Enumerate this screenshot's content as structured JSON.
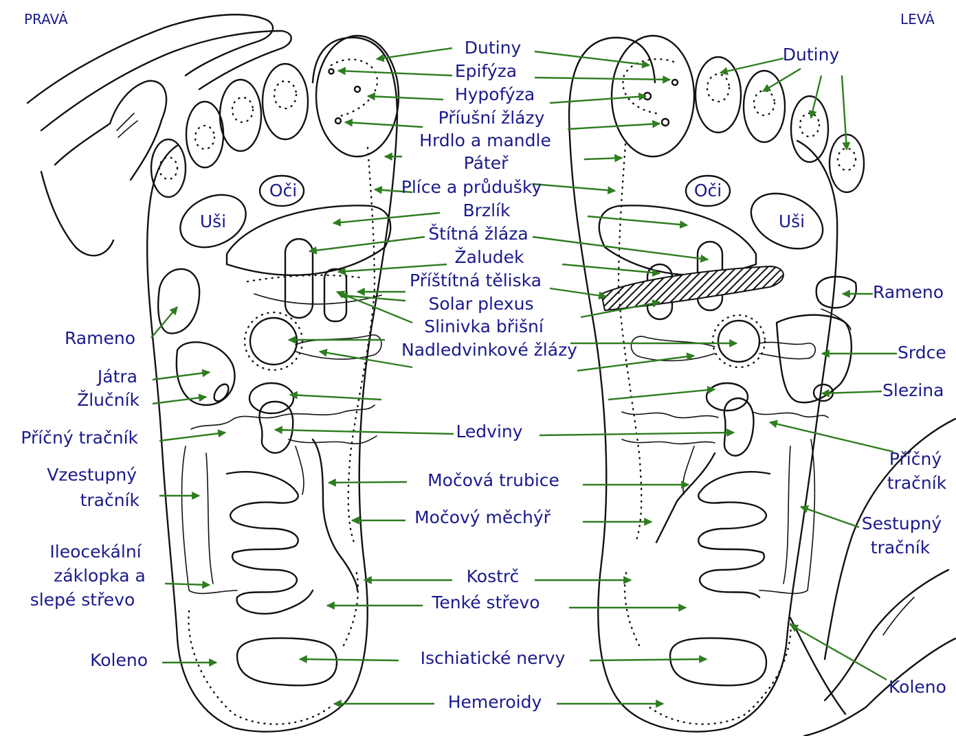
{
  "sides": {
    "right": "PRAVÁ",
    "left": "LEVÁ"
  },
  "center_labels": {
    "dutiny": "Dutiny",
    "epifyza": "Epifýza",
    "hypofyza": "Hypofýza",
    "priusni": "Příušní žlázy",
    "hrdlo": "Hrdlo a mandle",
    "pater": "Páteř",
    "plice": "Plíce a průdušky",
    "brzlik": "Brzlík",
    "stitna": "Štítná žláza",
    "zaludek": "Žaludek",
    "pristitna": "Příštítná těliska",
    "solar": "Solar plexus",
    "slinivka": "Slinivka břišní",
    "nadledvinkove": "Nadledvinkové žlázy",
    "ledviny": "Ledviny",
    "mocova_trubice": "Močová trubice",
    "mocovy_mechyr": "Močový měchýř",
    "kostrc": "Kostrč",
    "tenke_strevo": "Tenké střevo",
    "ischiaticke": "Ischiatické nervy",
    "hemeroidy": "Hemeroidy"
  },
  "right_foot_labels": {
    "oci": "Oči",
    "usi": "Uši",
    "rameno": "Rameno",
    "jatra": "Játra",
    "zlucnik": "Žlučník",
    "pricny": "Příčný tračník",
    "vzestupny_1": "Vzestupný",
    "vzestupny_2": "tračník",
    "ileo_1": "Ileocekální",
    "ileo_2": "záklopka a",
    "ileo_3": "slepé střevo",
    "koleno": "Koleno"
  },
  "left_foot_labels": {
    "dutiny": "Dutiny",
    "oci": "Oči",
    "usi": "Uši",
    "rameno": "Rameno",
    "srdce": "Srdce",
    "slezina": "Slezina",
    "pricny_1": "Příčný",
    "pricny_2": "tračník",
    "sestupny_1": "Sestupný",
    "sestupny_2": "tračník",
    "koleno": "Koleno"
  },
  "colors": {
    "label": "#1a1a8c",
    "arrow": "#2e7d1f",
    "outline": "#111111"
  }
}
